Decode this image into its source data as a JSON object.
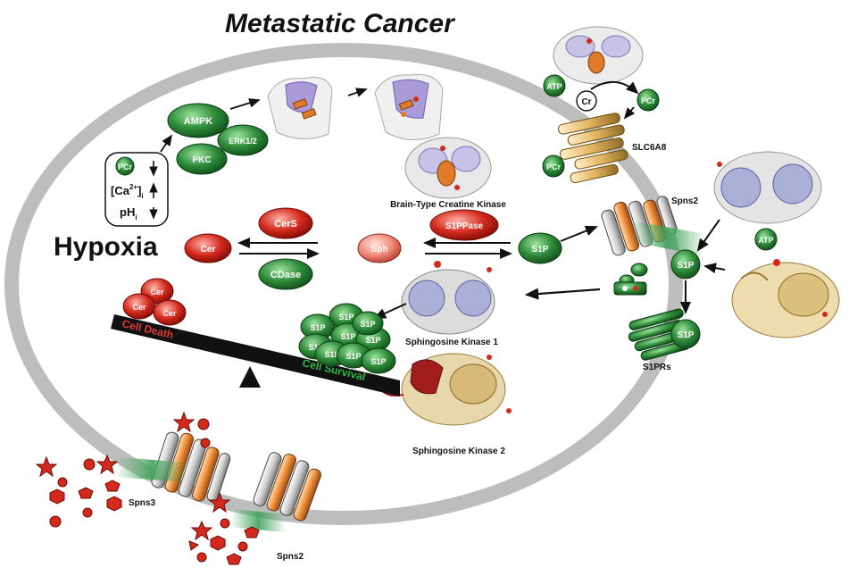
{
  "title": "Metastatic Cancer",
  "hypoxia": "Hypoxia",
  "signaling": {
    "ampk": "AMPK",
    "erk": "ERK1/2",
    "pkc": "PKC"
  },
  "stress_box": {
    "pcr": "PCr",
    "ca_base": "[Ca",
    "ca_sup": "2+",
    "ca_tail": "]",
    "ca_sub": "i",
    "ph": "pH",
    "ph_sub": "i"
  },
  "ckb_label": "Brain-Type Creatine Kinase",
  "creatine": {
    "atp": "ATP",
    "cr": "Cr",
    "pcr": "PCr",
    "pcr2": "PCr",
    "transporter": "SLC6A8"
  },
  "pathway": {
    "cer": "Cer",
    "cers": "CerS",
    "cdase": "CDase",
    "sph": "Sph",
    "s1ppase": "S1PPase",
    "s1p": "S1P"
  },
  "sphk1_label": "Sphingosine Kinase 1",
  "sphk2_label": "Sphingosine Kinase 2",
  "balance": {
    "death_label": "Cell Death",
    "survival_label": "Cell Survival",
    "cer_balls": [
      "Cer",
      "Cer",
      "Cer"
    ],
    "s1p_balls": [
      "S1P",
      "S1P",
      "S1P",
      "S1P",
      "S1P",
      "S1P",
      "S1P",
      "S1P",
      "S1P"
    ]
  },
  "right_panel": {
    "spns2": "Spns2",
    "s1p_mid": "S1P",
    "s1p_receptor": "S1P",
    "receptors": "S1PRs",
    "atp": "ATP"
  },
  "transporters": {
    "spns3": "Spns3",
    "spns2": "Spns2"
  },
  "colors": {
    "red_ball": "#d42a1e",
    "green_ball": "#2e8b3a",
    "membrane": "#bdbdbd",
    "beam": "#111111"
  }
}
